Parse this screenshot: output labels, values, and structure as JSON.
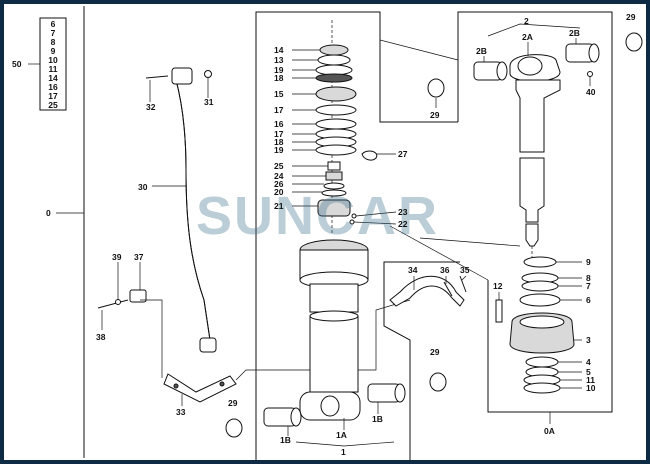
{
  "watermark": "SUNCAR",
  "legend_list": [
    "6",
    "7",
    "8",
    "9",
    "10",
    "11",
    "14",
    "16",
    "17",
    "25"
  ],
  "labels": {
    "l50": "50",
    "l0": "0",
    "l32": "32",
    "l31": "31",
    "l30": "30",
    "l39": "39",
    "l37": "37",
    "l38": "38",
    "l33": "33",
    "l29a": "29",
    "l14": "14",
    "l13": "13",
    "l19a": "19",
    "l18a": "18",
    "l15": "15",
    "l17a": "17",
    "l16": "16",
    "l17b": "17",
    "l18b": "18",
    "l19b": "19",
    "l27": "27",
    "l25": "25",
    "l24": "24",
    "l26": "26",
    "l20": "20",
    "l21": "21",
    "l23": "23",
    "l22": "22",
    "l29b": "29",
    "l34": "34",
    "l36": "36",
    "l35": "35",
    "l12": "12",
    "l29c": "29",
    "l1B1": "1B",
    "l1A": "1A",
    "l1B2": "1B",
    "l1": "1",
    "l2": "2",
    "l2A": "2A",
    "l2B1": "2B",
    "l2B2": "2B",
    "l40": "40",
    "l29d": "29",
    "l9": "9",
    "l8": "8",
    "l7": "7",
    "l6": "6",
    "l3": "3",
    "l4": "4",
    "l5": "5",
    "l11": "11",
    "l10": "10",
    "l0A": "0A"
  }
}
